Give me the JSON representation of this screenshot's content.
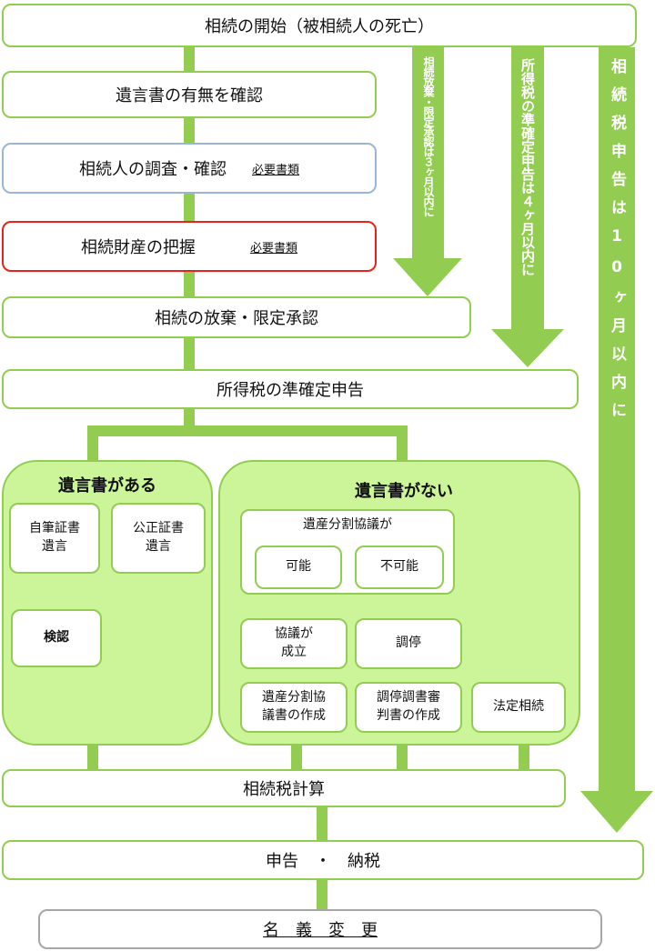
{
  "colors": {
    "line": "#92cc51",
    "panel": "#ccf59a",
    "blue": "#99b6d4",
    "red": "#e8231b"
  },
  "steps": {
    "start": "相続の開始（被相続人の死亡）",
    "will_check": "遺言書の有無を確認",
    "heir_survey": "相続人の調査・確認",
    "asset_grasp": "相続財産の把握",
    "required_docs": "必要書類",
    "renounce": "相続の放棄・限定承認",
    "income_tax": "所得税の準確定申告",
    "tax_calc": "相続税計算",
    "filing": "申告　・　納税",
    "title_change": "名　義　変　更"
  },
  "arrows": {
    "deadline_3": "相続放棄・限定承認は３ヶ月以内に",
    "deadline_4": "所得税の準確定申告は４ヶ月以内に",
    "deadline_10": "相続税申告は10ヶ月以内に"
  },
  "with_will": {
    "title": "遺言書がある",
    "holographic": "自筆証書\n遺言",
    "notarial": "公正証書\n遺言",
    "probate": "検認"
  },
  "without_will": {
    "title": "遺言書がない",
    "agreement_title": "遺産分割協議が",
    "possible": "可能",
    "impossible": "不可能",
    "agreed": "協議が\n成立",
    "mediation": "調停",
    "agreement_doc": "遺産分割協\n議書の作成",
    "mediation_doc": "調停調書審\n判書の作成",
    "legal": "法定相続"
  }
}
